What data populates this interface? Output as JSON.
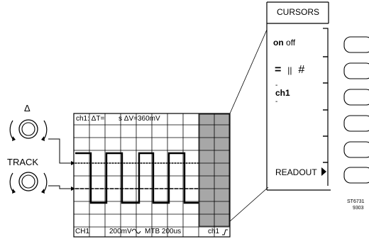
{
  "panel": {
    "delta_label": "Δ",
    "track_label": "TRACK"
  },
  "screen": {
    "top_readout": {
      "channel": "ch1: ΔT=",
      "delta_v": "s ΔV=360mV"
    },
    "bottom_readout": {
      "channel": "CH1",
      "volts_div": "200mV",
      "timebase": "MTB 200us",
      "trigger": "ch1"
    }
  },
  "menu": {
    "title": "CURSORS",
    "items": [
      {
        "on": "on",
        "off": "off"
      },
      {
        "sym1": "=",
        "sym2": "||",
        "sym3": "#"
      },
      {
        "top": "-",
        "label": "ch1",
        "bottom": "-"
      },
      {},
      {},
      {
        "label": "READOUT"
      }
    ]
  },
  "reference": {
    "line1": "ST6731",
    "line2": "9303"
  }
}
